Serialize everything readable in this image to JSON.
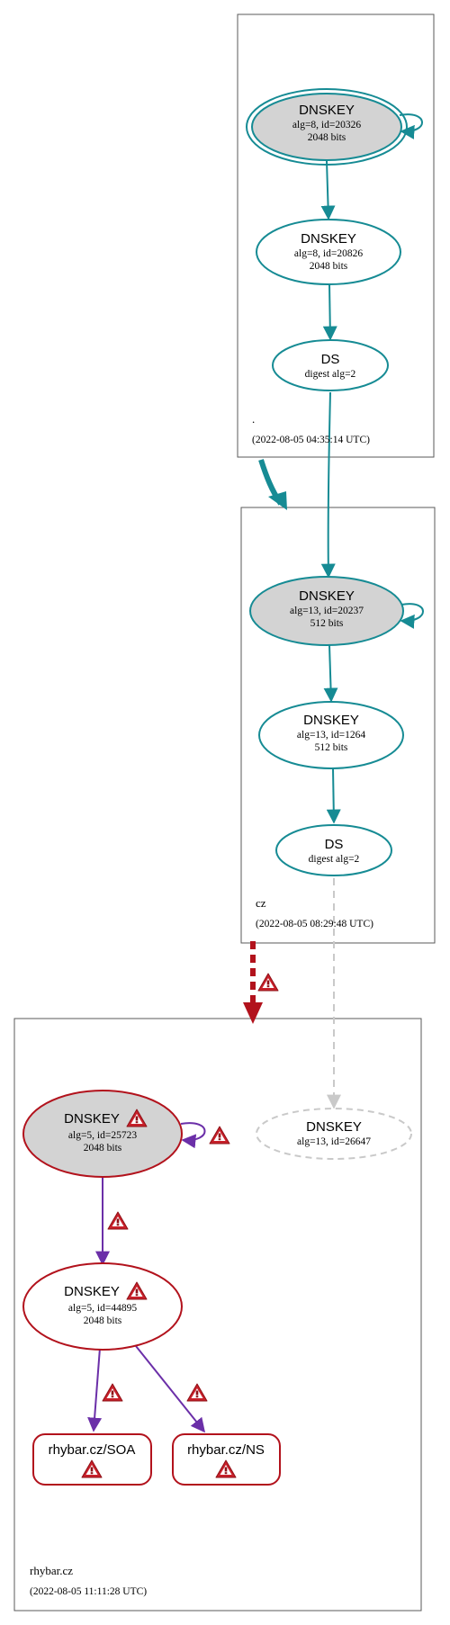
{
  "colors": {
    "secure": "#168b94",
    "bogus": "#b2121c",
    "insecure_chain": "#6b2fa8",
    "ignored": "#c9c9c9",
    "zone_border": "#5a5a5a",
    "sep_fill": "#d3d3d3"
  },
  "zones": [
    {
      "id": "root",
      "label": ".",
      "date": "(2022-08-05 04:35:14 UTC)"
    },
    {
      "id": "cz",
      "label": "cz",
      "date": "(2022-08-05 08:29:48 UTC)"
    },
    {
      "id": "rhybar",
      "label": "rhybar.cz",
      "date": "(2022-08-05 11:11:28 UTC)"
    }
  ],
  "nodes": {
    "root_ksk": {
      "title": "DNSKEY",
      "line1": "alg=8, id=20326",
      "line2": "2048 bits"
    },
    "root_zsk": {
      "title": "DNSKEY",
      "line1": "alg=8, id=20826",
      "line2": "2048 bits"
    },
    "root_ds": {
      "title": "DS",
      "line1": "digest alg=2"
    },
    "cz_ksk": {
      "title": "DNSKEY",
      "line1": "alg=13, id=20237",
      "line2": "512 bits"
    },
    "cz_zsk": {
      "title": "DNSKEY",
      "line1": "alg=13, id=1264",
      "line2": "512 bits"
    },
    "cz_ds": {
      "title": "DS",
      "line1": "digest alg=2"
    },
    "rh_ksk": {
      "title": "DNSKEY",
      "line1": "alg=5, id=25723",
      "line2": "2048 bits"
    },
    "rh_missing": {
      "title": "DNSKEY",
      "line1": "alg=13, id=26647"
    },
    "rh_zsk": {
      "title": "DNSKEY",
      "line1": "alg=5, id=44895",
      "line2": "2048 bits"
    },
    "rh_soa": {
      "title": "rhybar.cz/SOA"
    },
    "rh_ns": {
      "title": "rhybar.cz/NS"
    }
  }
}
